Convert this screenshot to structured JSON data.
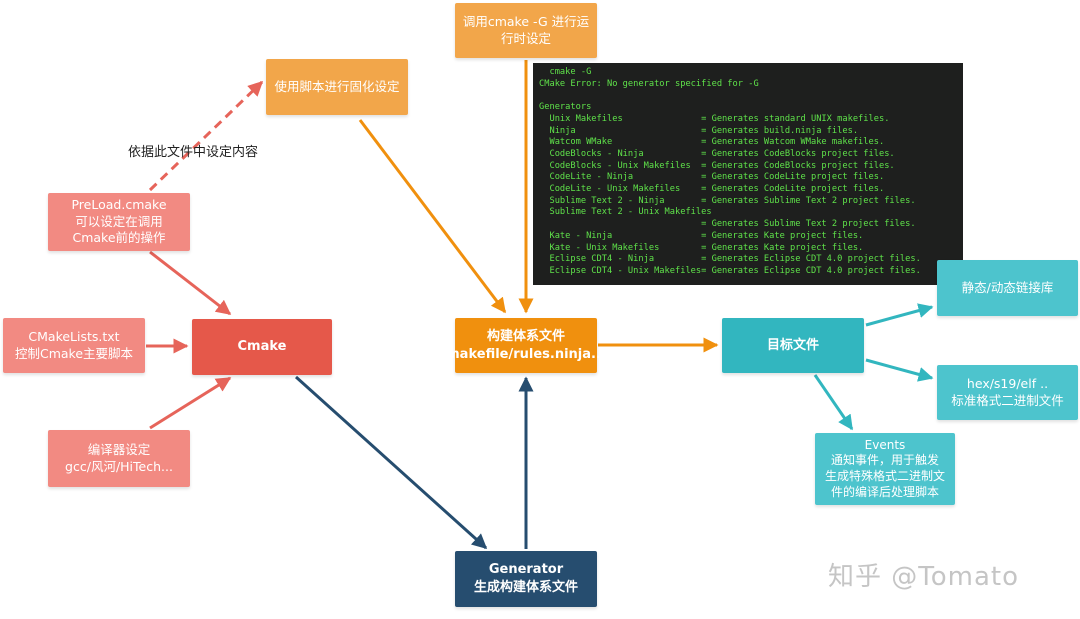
{
  "colors": {
    "salmon": "#f28a82",
    "red": "#e5584a",
    "orange": "#f2a64a",
    "orange_dark": "#f0900e",
    "teal": "#32b6bf",
    "teal_light": "#4dc4cd",
    "navy": "#264d6f",
    "terminal_bg": "#1e1f1e",
    "terminal_text": "#5fe24a"
  },
  "nodes": {
    "preload": "PreLoad.cmake\n可以设定在调用\nCmake前的操作",
    "cmakelists": "CMakeLists.txt\n控制Cmake主要脚本",
    "compiler": "编译器设定\ngcc/风河/HiTech...",
    "cmake": "Cmake",
    "script_config": "使用脚本进行固化设定",
    "cmake_g": "调用cmake -G 进行运\n行时设定",
    "build_system": "构建体系文件\nmakefile/rules.ninja...",
    "generator": "Generator\n生成构建体系文件",
    "target": "目标文件",
    "static_dynamic": "静态/动态链接库",
    "hex": "hex/s19/elf ..\n标准格式二进制文件",
    "events": "Events\n通知事件，用于触发\n生成特殊格式二进制文\n件的编译后处理脚本"
  },
  "labels": {
    "preload_note": "依据此文件中设定内容"
  },
  "terminal_lines": [
    "  cmake -G",
    "CMake Error: No generator specified for -G",
    "",
    "Generators",
    "  Unix Makefiles               = Generates standard UNIX makefiles.",
    "  Ninja                        = Generates build.ninja files.",
    "  Watcom WMake                 = Generates Watcom WMake makefiles.",
    "  CodeBlocks - Ninja           = Generates CodeBlocks project files.",
    "  CodeBlocks - Unix Makefiles  = Generates CodeBlocks project files.",
    "  CodeLite - Ninja             = Generates CodeLite project files.",
    "  CodeLite - Unix Makefiles    = Generates CodeLite project files.",
    "  Sublime Text 2 - Ninja       = Generates Sublime Text 2 project files.",
    "  Sublime Text 2 - Unix Makefiles",
    "                               = Generates Sublime Text 2 project files.",
    "  Kate - Ninja                 = Generates Kate project files.",
    "  Kate - Unix Makefiles        = Generates Kate project files.",
    "  Eclipse CDT4 - Ninja         = Generates Eclipse CDT 4.0 project files.",
    "  Eclipse CDT4 - Unix Makefiles= Generates Eclipse CDT 4.0 project files."
  ],
  "watermark": "知乎 @Tomato"
}
